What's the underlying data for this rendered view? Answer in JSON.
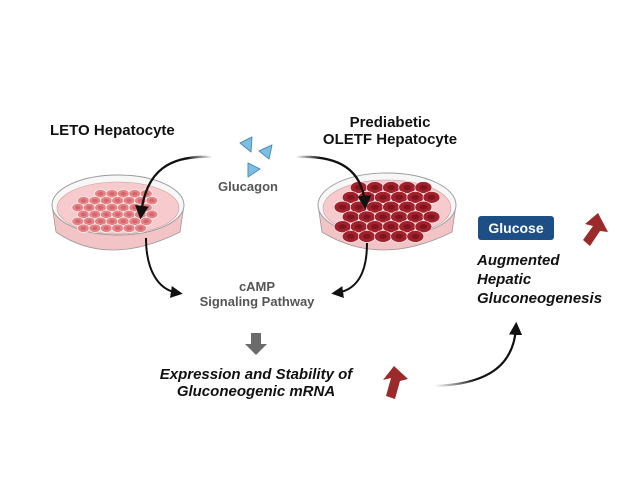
{
  "labels": {
    "leto": "LETO Hepatocyte",
    "oletf_line1": "Prediabetic",
    "oletf_line2": "OLETF Hepatocyte",
    "glucagon": "Glucagon",
    "camp_line1": "cAMP",
    "camp_line2": "Signaling Pathway",
    "expression_line1": "Expression and Stability of",
    "expression_line2": "Gluconeogenic mRNA",
    "glucose_badge": "Glucose",
    "outcome_line1": "Augmented",
    "outcome_line2": "Hepatic",
    "outcome_line3": "Gluconeogenesis"
  },
  "colors": {
    "text_dark": "#111111",
    "text_gray": "#555555",
    "glucose_badge": "#1d4f86",
    "up_arrow": "#9b2a2a",
    "down_arrow": "#6b6b6b",
    "glucagon": "#7dbfe0",
    "dish_medium": "#f7c9cb",
    "leto_cells": "#e58387",
    "oletf_cells": "#a3212c"
  },
  "icons": {
    "glucagon": "triangle-molecules",
    "increase": "up-arrow",
    "flow": "down-arrow"
  }
}
